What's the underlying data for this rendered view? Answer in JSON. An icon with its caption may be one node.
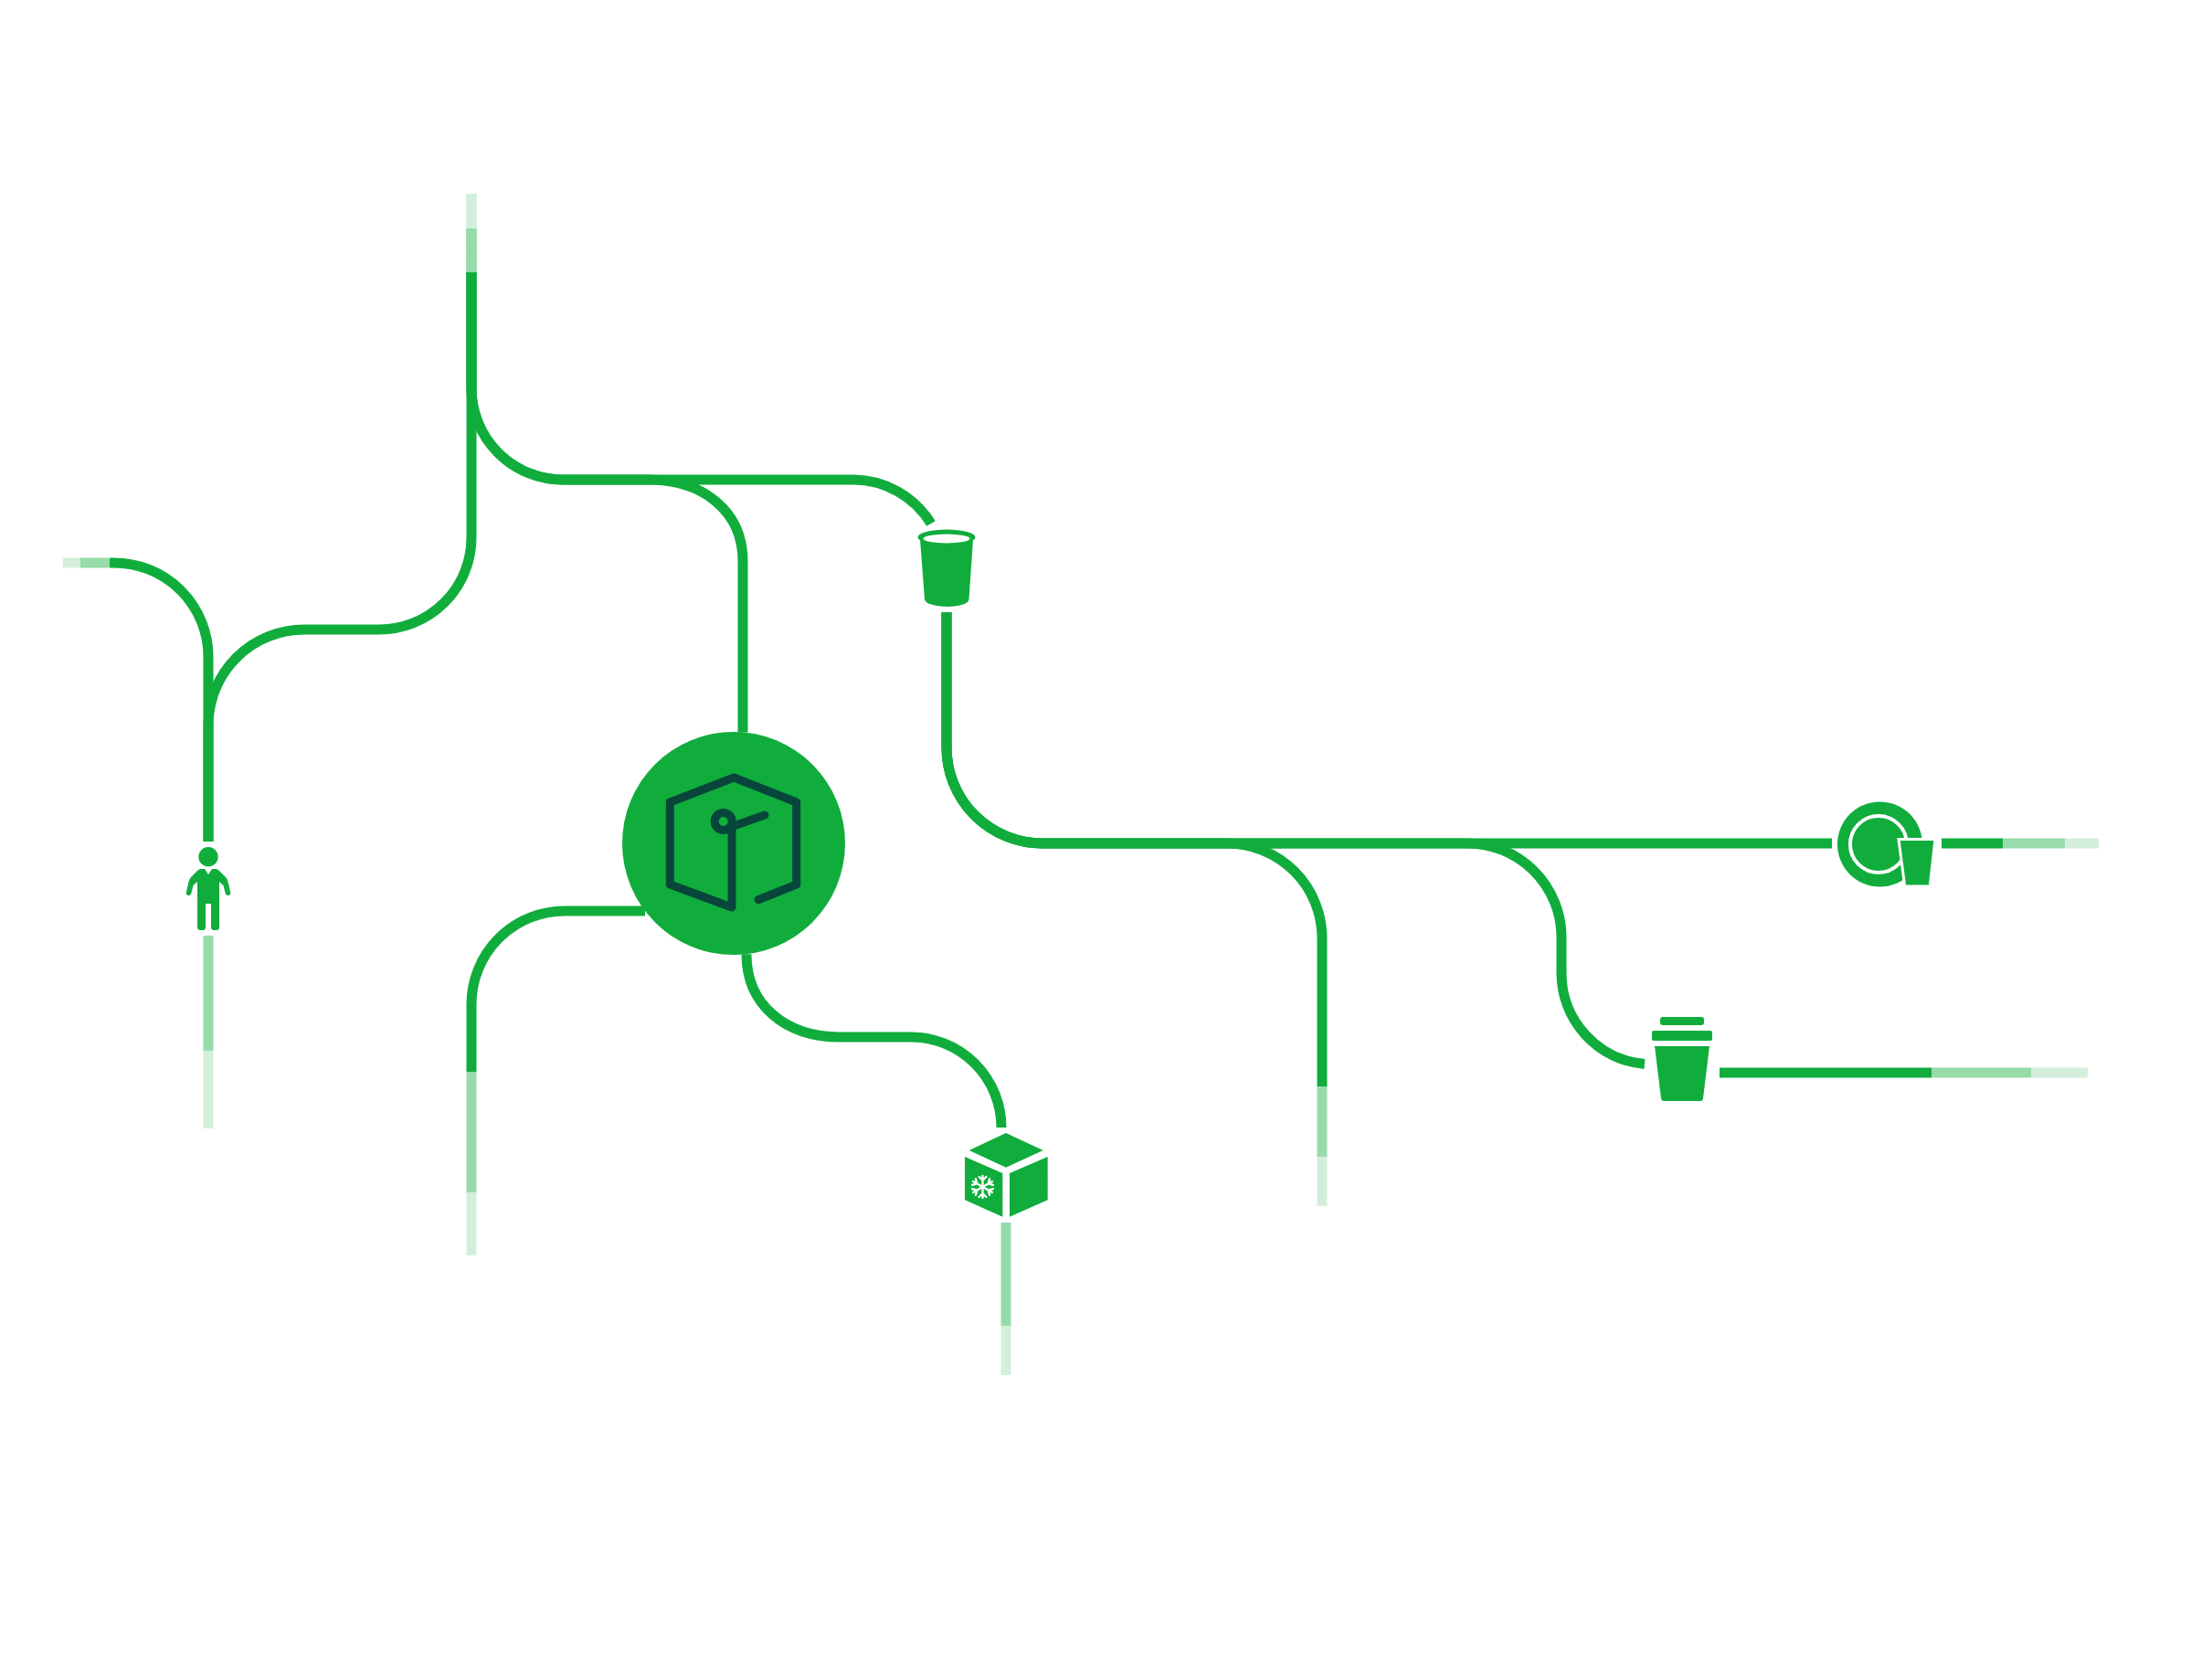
{
  "diagram": {
    "nodes": [
      {
        "text": [],
        "shape": "person"
      },
      {
        "text": [],
        "shape": "cup"
      },
      {
        "text": [],
        "shape": "circle"
      },
      {
        "text": [],
        "shape": "cube"
      },
      {
        "text": [],
        "shape": "picture"
      },
      {
        "text": [],
        "shape": "cup"
      }
    ],
    "edges": [
      {
        "from": null,
        "to": 1,
        "arrow": "none"
      },
      {
        "from": null,
        "to": 2,
        "arrow": "none"
      },
      {
        "from": null,
        "to": 0,
        "arrow": "none"
      },
      {
        "from": null,
        "to": 0,
        "arrow": "none"
      },
      {
        "from": 0,
        "to": null,
        "arrow": "none"
      },
      {
        "from": 2,
        "to": 3,
        "arrow": "none"
      },
      {
        "from": 2,
        "to": null,
        "arrow": "none"
      },
      {
        "from": 3,
        "to": null,
        "arrow": "none"
      },
      {
        "from": 1,
        "to": 4,
        "arrow": "none"
      },
      {
        "from": 1,
        "to": null,
        "arrow": "none"
      },
      {
        "from": 1,
        "to": 5,
        "arrow": "none"
      },
      {
        "from": 4,
        "to": null,
        "arrow": "none"
      },
      {
        "from": 5,
        "to": null,
        "arrow": "none"
      }
    ]
  }
}
